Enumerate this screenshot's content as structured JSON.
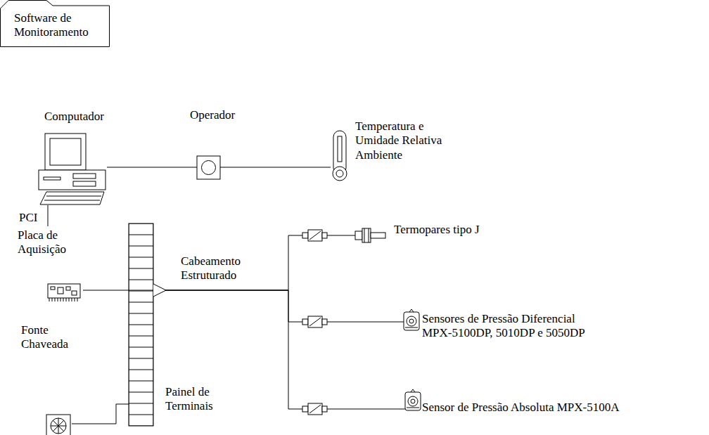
{
  "diagram": {
    "nodes": [
      {
        "text": [
          "Software de Monitoramento"
        ]
      },
      {
        "text": [
          "Computador"
        ]
      },
      {
        "text": [
          "Operador"
        ]
      },
      {
        "text": [
          "Temperatura e Umidade Relativa Ambiente"
        ]
      },
      {
        "text": [
          "Placa de Aquisição"
        ]
      },
      {
        "text": [
          "Painel de Terminais"
        ]
      },
      {
        "text": [
          "Fonte Chaveada"
        ]
      },
      {
        "text": [
          "Termopares tipo J"
        ]
      },
      {
        "text": [
          "Sensores de Pressão Diferencial MPX-5100DP, 5010DP e 5050DP"
        ]
      },
      {
        "text": [
          "Sensor de Pressão Absoluta MPX-5100A"
        ]
      }
    ],
    "edges": [
      {
        "from": 1,
        "to": 2,
        "arrow": "none"
      },
      {
        "from": 2,
        "to": 3,
        "arrow": "none"
      },
      {
        "from": 1,
        "to": 4,
        "label": "PCI",
        "arrow": "none"
      },
      {
        "from": 4,
        "to": 5,
        "arrow": "none"
      },
      {
        "from": 5,
        "to": 7,
        "arrow": "none"
      },
      {
        "from": 5,
        "to": 8,
        "arrow": "none"
      },
      {
        "from": 5,
        "to": 9,
        "arrow": "none"
      },
      {
        "from": 6,
        "to": 5,
        "arrow": "none"
      }
    ],
    "labels": [
      "Cabeamento Estruturado"
    ]
  }
}
